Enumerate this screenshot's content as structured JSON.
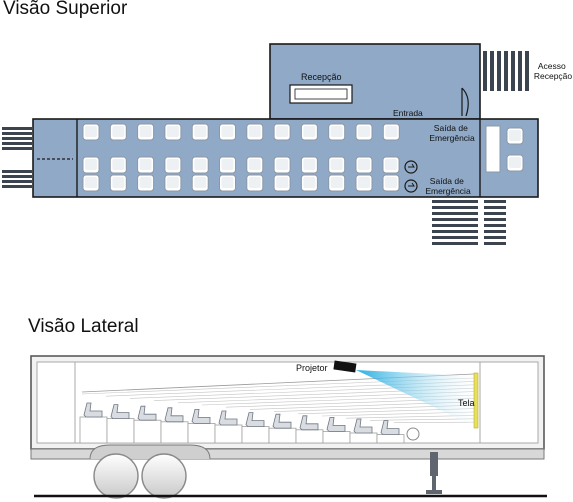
{
  "top_view": {
    "title": "Visão Superior",
    "reception_label": "Recepção",
    "entrance_label": "Entrada",
    "emergency_exit_label_line1": "Saída de",
    "emergency_exit_label_line2": "Emergência",
    "access_label_line1": "Acesso",
    "access_label_line2": "Recepção"
  },
  "side_view": {
    "title": "Visão Lateral",
    "projector_label": "Projetor",
    "screen_label": "Tela"
  },
  "colors": {
    "floor": "#8fa9c7",
    "outline": "#1a1a1a",
    "seat": "#ffffff",
    "stairs": "#3c4450",
    "beam": "#27b3e6",
    "screen": "#e8e05a"
  }
}
